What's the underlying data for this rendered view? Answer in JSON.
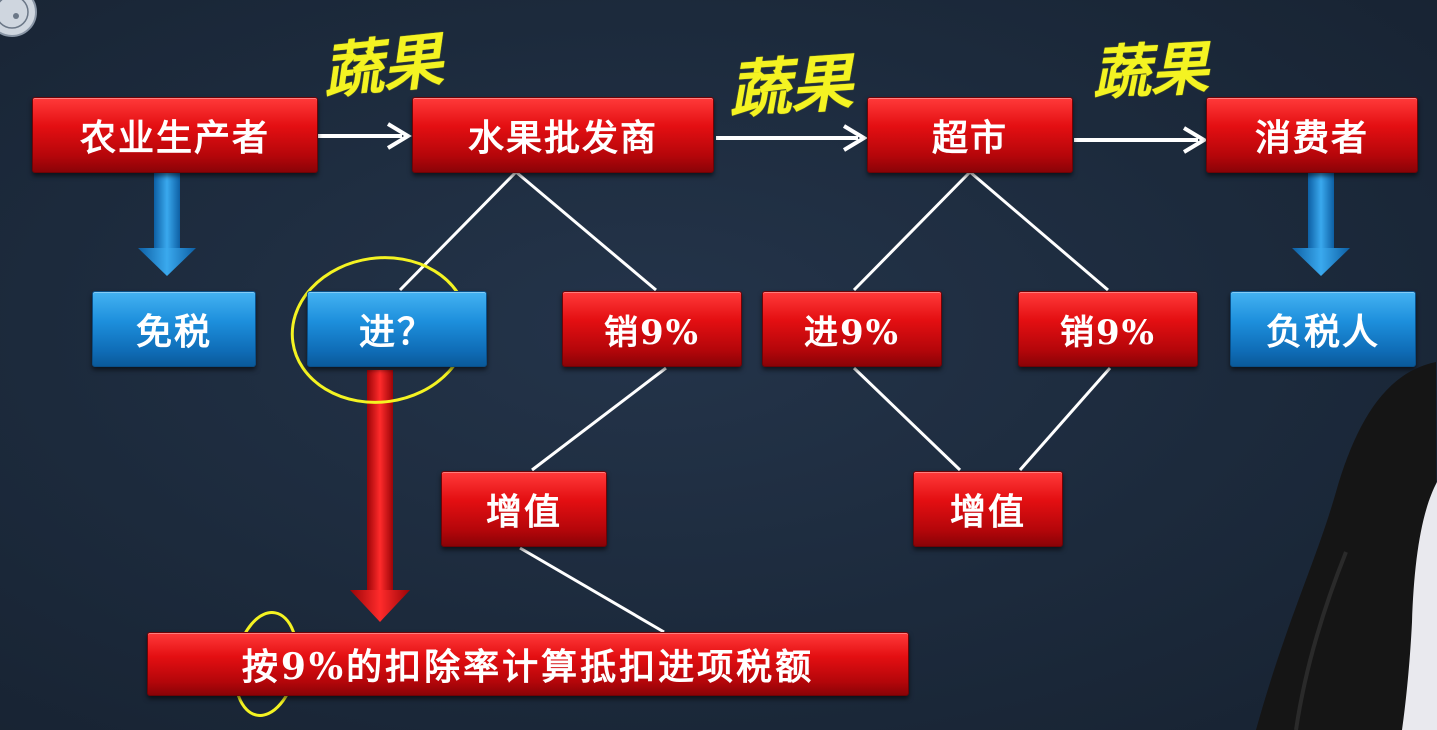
{
  "diagram": {
    "row1": {
      "producer": "农业生产者",
      "wholesaler": "水果批发商",
      "supermarket": "超市",
      "consumer": "消费者"
    },
    "row2": {
      "tax_exempt": "免税",
      "input_question": "进？",
      "wholesaler_output": "销9%",
      "supermarket_input": "进9%",
      "supermarket_output": "销9%",
      "taxpayer": "负税人"
    },
    "row3": {
      "value_added_1": "增值",
      "value_added_2": "增值"
    },
    "bottom_box": "按9%的扣除率计算抵扣进项税额",
    "handwritten": {
      "note_1": "蔬果",
      "note_2": "蔬果",
      "note_3": "蔬果"
    },
    "colors": {
      "red_box": "#d8090d",
      "blue_box": "#1d8fdc",
      "annotation": "#f4f322",
      "background": "#1f2d40",
      "connector": "#ffffff"
    }
  }
}
